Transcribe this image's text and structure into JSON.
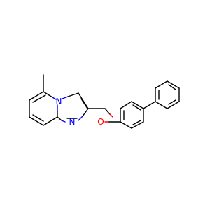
{
  "diagram": {
    "type": "chemical-structure",
    "atom_labels": {
      "bridge_nitrogen": "N",
      "ring_nitrogen": "N",
      "ether_oxygen": "O"
    },
    "colors": {
      "bond": "#000000",
      "nitrogen": "#0000ff",
      "oxygen": "#ff0000",
      "background": "#ffffff"
    }
  }
}
